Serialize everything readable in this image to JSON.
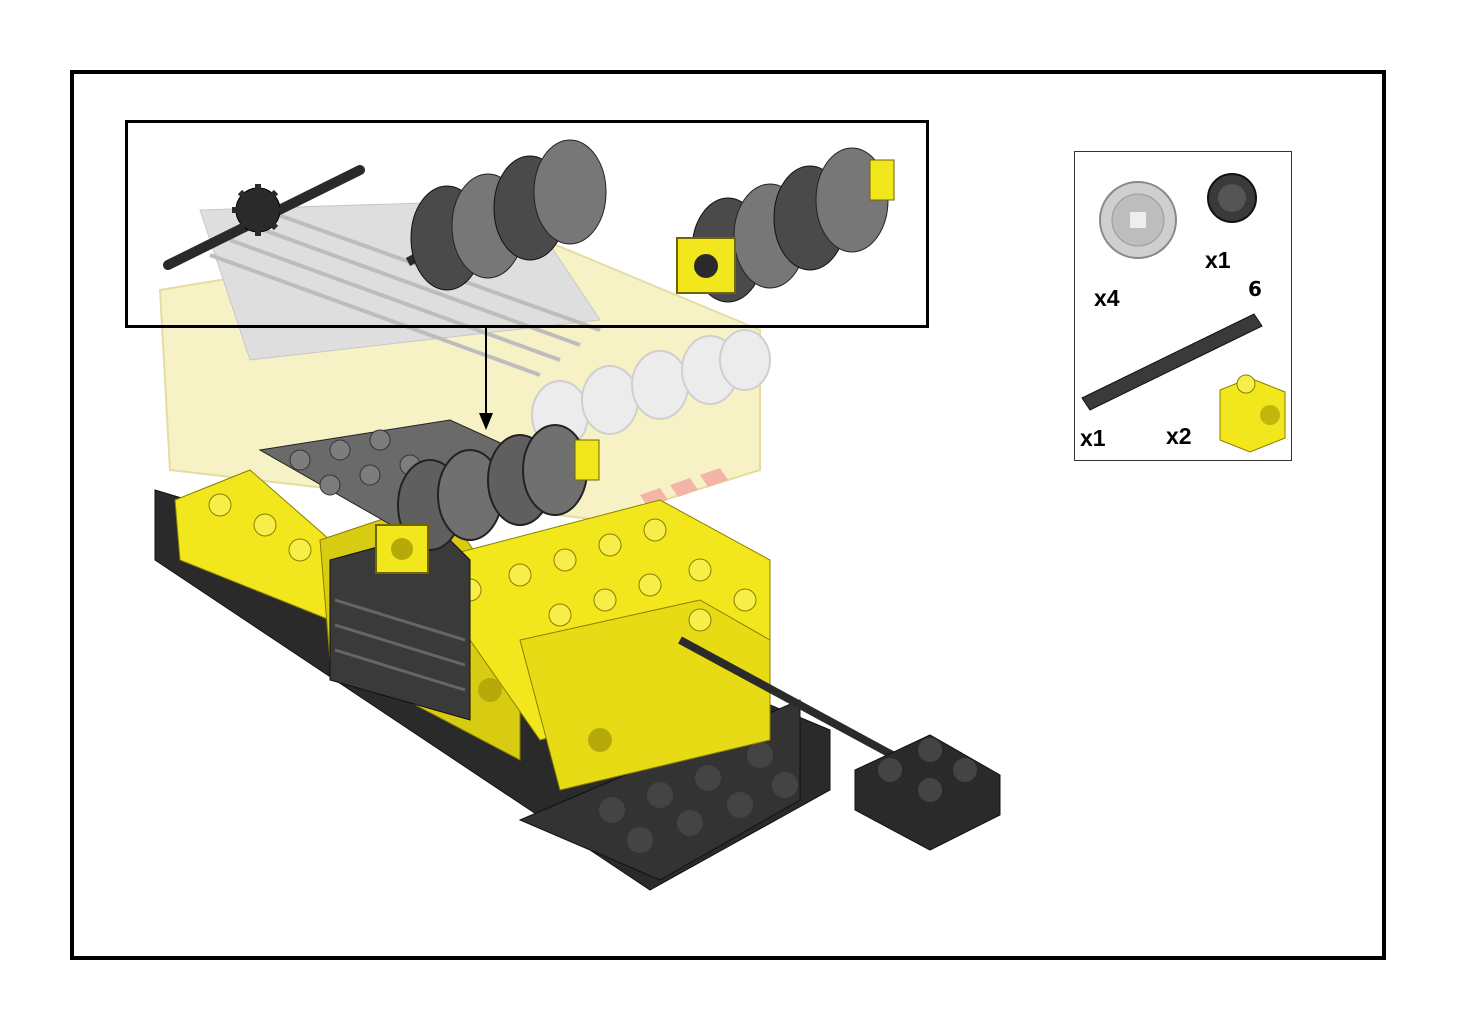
{
  "colors": {
    "yellow": "#f2e61c",
    "yellow_dark": "#c9bd0f",
    "black_part": "#2b2b2b",
    "dark_gray": "#5a5a5a",
    "light_gray": "#a8a8a8",
    "ghost_yellow": "#f6f0b8",
    "ghost_gray": "#d8d8d8"
  },
  "parts": [
    {
      "part": "gear-20-tooth",
      "icon": "gear-icon",
      "color": "light_gray",
      "quantity": "x4"
    },
    {
      "part": "gear-12-tooth",
      "icon": "small-gear-icon",
      "color": "black_part",
      "quantity": "x1"
    },
    {
      "part": "axle",
      "icon": "axle-icon",
      "color": "black_part",
      "length": "6",
      "quantity": "x1"
    },
    {
      "part": "technic-brick-1x1",
      "icon": "technic-brick-icon",
      "color": "yellow",
      "quantity": "x2"
    }
  ]
}
